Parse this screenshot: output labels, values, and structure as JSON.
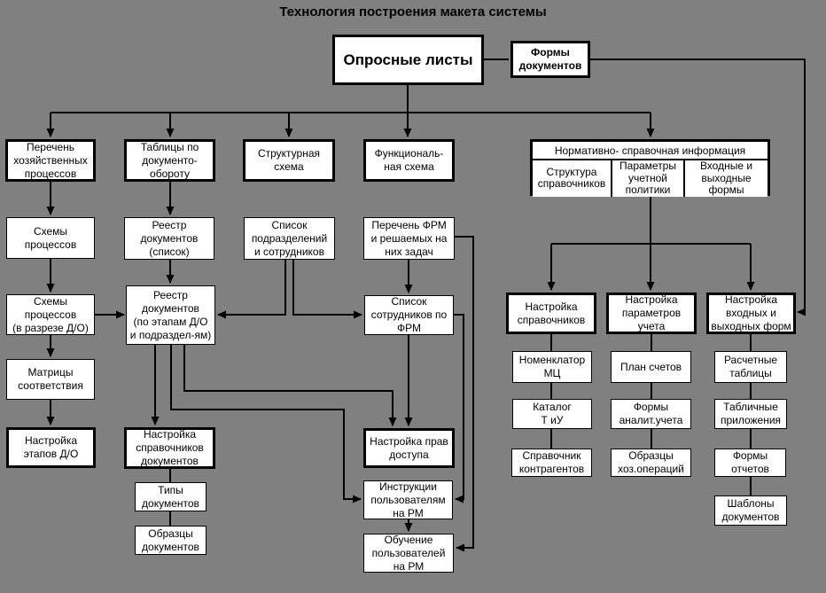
{
  "title": "Технология построения макета системы",
  "colors": {
    "background": "#808080",
    "box_fill": "#ffffff",
    "line": "#000000",
    "text": "#000000"
  },
  "nodes": {
    "oprosnye_listy": "Опросные листы",
    "formy_dokumentov": "Формы\nдокументов",
    "perechen_processov": "Перечень\nхозяйственных\nпроцессов",
    "tablicy_po_do": "Таблицы по\nдокументо-\nобороту",
    "strukturnaya_shema": "Структурная\nсхема",
    "funkcionalnaya_shema": "Функциональ-\nная схема",
    "nsi_header": "Нормативно- справочная информация",
    "struktura_spravochnikov": "Структура\nсправочников",
    "parametry_uchetnoj_politiki": "Параметры\nучетной\nполитики",
    "vhodnye_vyhodnye_formy": "Входные и\nвыходные\nформы",
    "shemy_processov": "Схемы\nпроцессов",
    "reestr_dokumentov_spisok": "Реестр\nдокументов\n(список)",
    "spisok_podrazdelenij": "Список\nподразделений\nи сотрудников",
    "perechen_frm": "Перечень ФРМ\nи решаемых на\nних задач",
    "shemy_processov_do": "Схемы\nпроцессов\n(в разрезе Д/О)",
    "reestr_dokumentov_etapy": "Реестр\nдокументов\n(по этапам Д/О\nи подраздел-ям)",
    "spisok_sotrudnikov_frm": "Список\nсотрудников по\nФРМ",
    "nastrojka_spravochnikov": "Настройка\nсправочников",
    "nastrojka_parametrov_ucheta": "Настройка\nпараметров\nучета",
    "nastrojka_vhodnyh_form": "Настройка\nвходных и\nвыходных форм",
    "matricy_sootvetstviya": "Матрицы\nсоответствия",
    "nomenklator_mc": "Номенклатор\nМЦ",
    "plan_schetov": "План счетов",
    "raschetnye_tablicy": "Расчетные\nтаблицы",
    "nastrojka_etapov_do": "Настройка\nэтапов Д/О",
    "nastrojka_spravochnikov_dokumentov": "Настройка\nсправочников\nдокументов",
    "nastrojka_prav_dostupa": "Настройка прав\nдоступа",
    "katalog_tiu": "Каталог\nТ иУ",
    "formy_analit_ucheta": "Формы\nаналит.учета",
    "tablichnye_prilozheniya": "Табличные\nприложения",
    "tipy_dokumentov": "Типы\nдокументов",
    "instrukcii_polzovatelyam": "Инструкции\nпользователям\nна РМ",
    "spravochnik_kontragentov": "Справочник\nконтрагентов",
    "obrazcy_hoz_operacij": "Образцы\nхоз.операций",
    "formy_otchetov": "Формы\nотчетов",
    "obrazcy_dokumentov": "Образцы\nдокументов",
    "obuchenie_polzovatelej": "Обучение\nпользователей\nна РМ",
    "shablony_dokumentov": "Шаблоны\nдокументов"
  }
}
